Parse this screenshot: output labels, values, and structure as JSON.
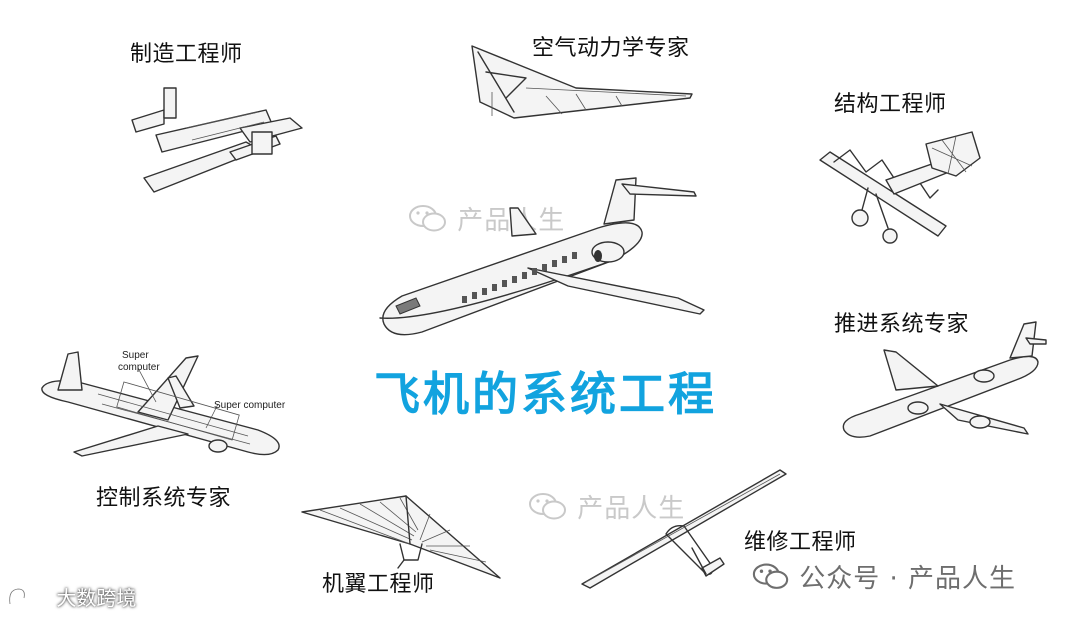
{
  "title": "飞机的系统工程",
  "roles": {
    "manufacturing": "制造工程师",
    "aerodynamics": "空气动力学专家",
    "structure": "结构工程师",
    "propulsion": "推进系统专家",
    "control": "控制系统专家",
    "wing": "机翼工程师",
    "maintenance": "维修工程师"
  },
  "figure_labels": {
    "super_computer_top": "Super computer",
    "super_computer_side": "Super computer"
  },
  "watermarks": {
    "center": "产品人生",
    "lower": "产品人生"
  },
  "footer": "公众号 · 产品人生",
  "brand": "大数跨境",
  "colors": {
    "title": "#12a3df",
    "text": "#111111",
    "watermark": "#c9c9c9",
    "footer": "#6e6e6e"
  },
  "icons": [
    "wechat-icon",
    "brand-logo-icon"
  ]
}
